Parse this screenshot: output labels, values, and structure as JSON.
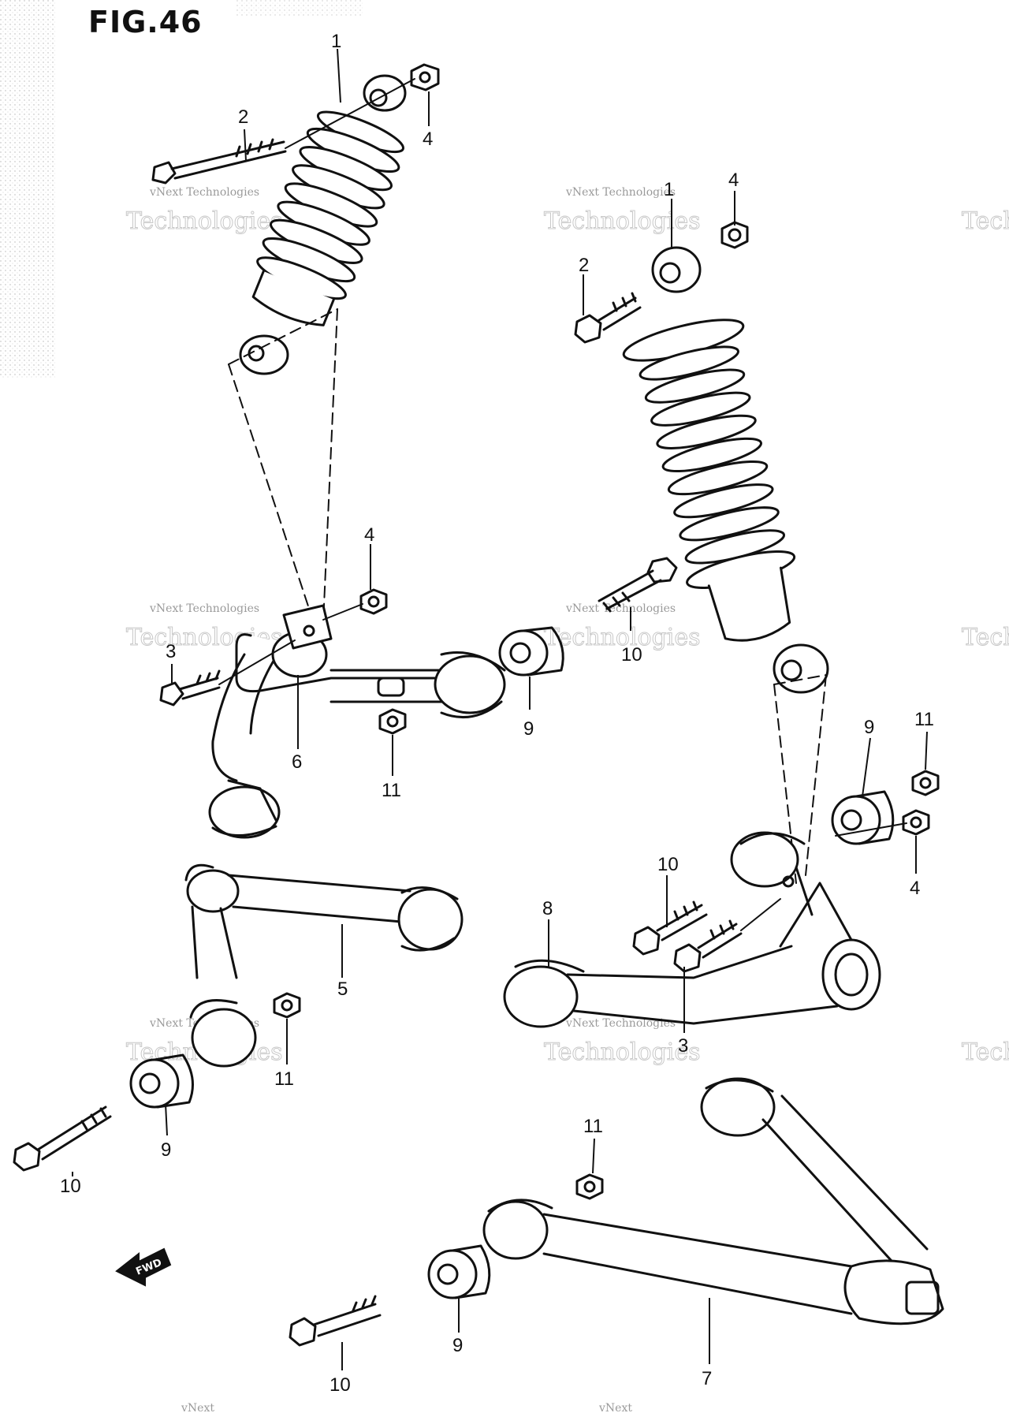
{
  "title": "FIG.46",
  "watermark": {
    "small": "vNext Technologies",
    "large": "Technologies",
    "top": "vNext"
  },
  "fwd_arrow": "FWD",
  "callouts": {
    "c1a": "1",
    "c1b": "1",
    "c2a": "2",
    "c2b": "2",
    "c3a": "3",
    "c3b": "3",
    "c4a": "4",
    "c4b": "4",
    "c4c": "4",
    "c4d": "4",
    "c5": "5",
    "c6": "6",
    "c7": "7",
    "c8": "8",
    "c9a": "9",
    "c9b": "9",
    "c9c": "9",
    "c9d": "9",
    "c10a": "10",
    "c10b": "10",
    "c10c": "10",
    "c10d": "10",
    "c11a": "11",
    "c11b": "11",
    "c11c": "11",
    "c11d": "11"
  },
  "colors": {
    "line": "#111111",
    "watermark": "#a0a0a0",
    "background": "#ffffff"
  }
}
